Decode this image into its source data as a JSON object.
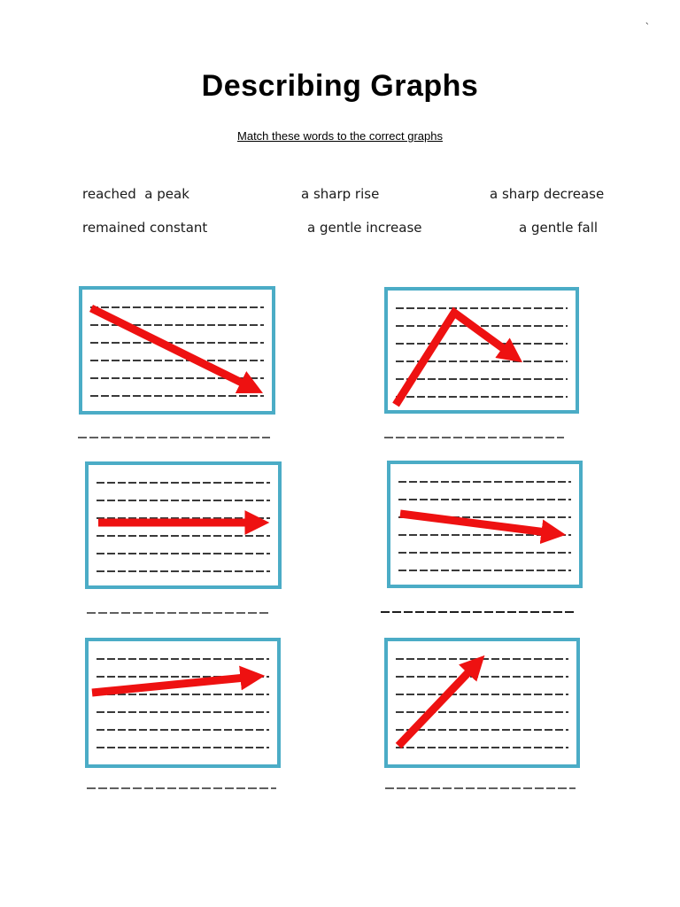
{
  "page": {
    "title": "Describing Graphs",
    "subtitle": "Match these words to the correct graphs",
    "stray_mark": "`"
  },
  "word_bank": {
    "rows": [
      {
        "words": [
          "reached  a peak",
          "a sharp rise",
          "a sharp decrease"
        ]
      },
      {
        "words": [
          "remained constant",
          "a gentle increase",
          "a gentle fall"
        ]
      }
    ]
  },
  "graphs": [
    {
      "position": "top-left",
      "arrow": "sharp-decrease-arrow",
      "ruled_lines": 6,
      "answer_blank": true
    },
    {
      "position": "top-right",
      "arrow": "rise-then-fall-peak-arrow",
      "ruled_lines": 6,
      "answer_blank": true
    },
    {
      "position": "middle-left",
      "arrow": "constant-horizontal-arrow",
      "ruled_lines": 6,
      "answer_blank": true
    },
    {
      "position": "middle-right",
      "arrow": "gentle-fall-arrow",
      "ruled_lines": 6,
      "answer_blank": true
    },
    {
      "position": "bottom-left",
      "arrow": "gentle-increase-arrow",
      "ruled_lines": 6,
      "answer_blank": true
    },
    {
      "position": "bottom-right",
      "arrow": "sharp-rise-arrow",
      "ruled_lines": 6,
      "answer_blank": true
    }
  ],
  "colors": {
    "box_border_teal": "#4BACC6",
    "arrow_red": "#EE1111",
    "ruled_line_gray": "#3A3A3A",
    "answer_line_gray": "#606060"
  }
}
